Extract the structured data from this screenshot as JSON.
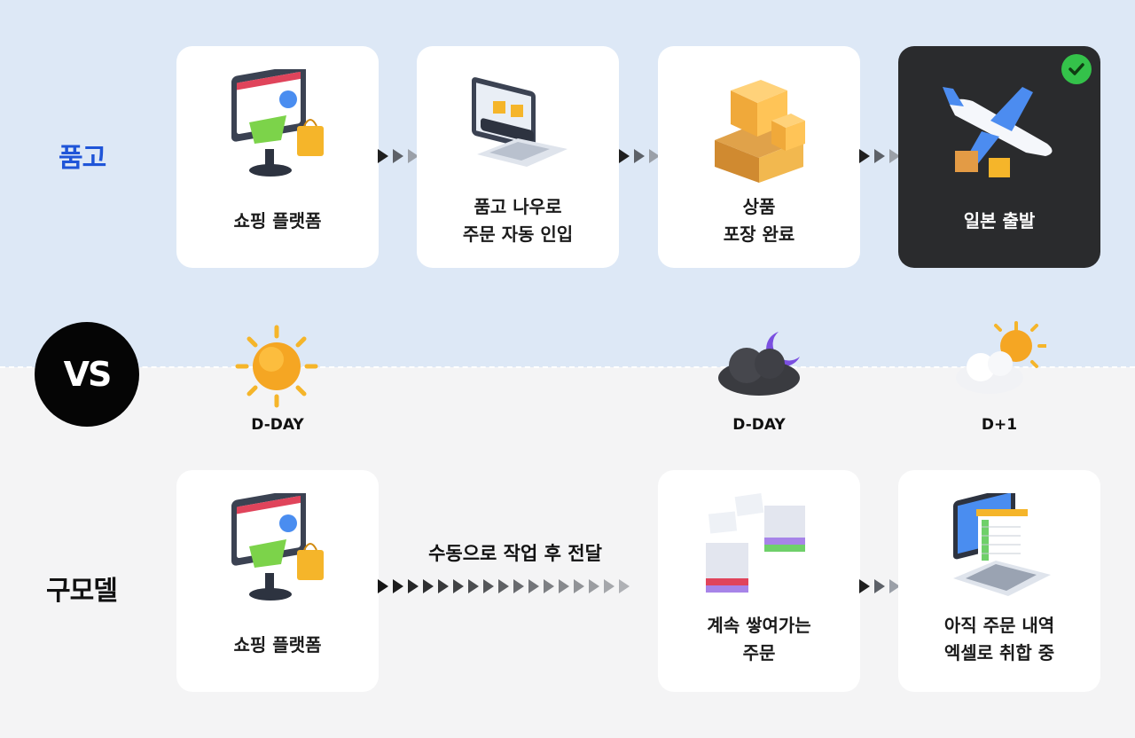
{
  "rows": {
    "top_label": "품고",
    "bottom_label": "구모델",
    "vs": "VS"
  },
  "top_steps": [
    {
      "lines": [
        "쇼핑 플랫폼"
      ],
      "icon": "shopping-monitor-icon"
    },
    {
      "lines": [
        "품고 나우로",
        "주문 자동 인입"
      ],
      "icon": "laptop-conveyor-icon"
    },
    {
      "lines": [
        "상품",
        "포장 완료"
      ],
      "icon": "boxes-icon"
    },
    {
      "lines": [
        "일본 출발"
      ],
      "icon": "airplane-icon",
      "highlight": true,
      "status": "checkmark-icon"
    }
  ],
  "timeline": [
    {
      "label": "D-DAY",
      "icon": "sun-icon"
    },
    {
      "label": "D-DAY",
      "icon": "night-cloud-icon"
    },
    {
      "label": "D+1",
      "icon": "sun-cloud-icon"
    }
  ],
  "bottom_steps": [
    {
      "lines": [
        "쇼핑 플랫폼"
      ],
      "icon": "shopping-monitor-icon"
    },
    {
      "lines": [
        "계속 쌓여가는",
        "주문"
      ],
      "icon": "stacked-documents-icon"
    },
    {
      "lines": [
        "아직 주문 내역",
        "엑셀로 취합 중"
      ],
      "icon": "laptop-spreadsheet-icon"
    }
  ],
  "manual_step_label": "수동으로 작업 후 전달",
  "colors": {
    "top_background": "#dde8f6",
    "bottom_background": "#f4f4f5",
    "brand_blue": "#1f55d8",
    "dark_card": "#2a2b2d",
    "check_green": "#34c24a"
  }
}
